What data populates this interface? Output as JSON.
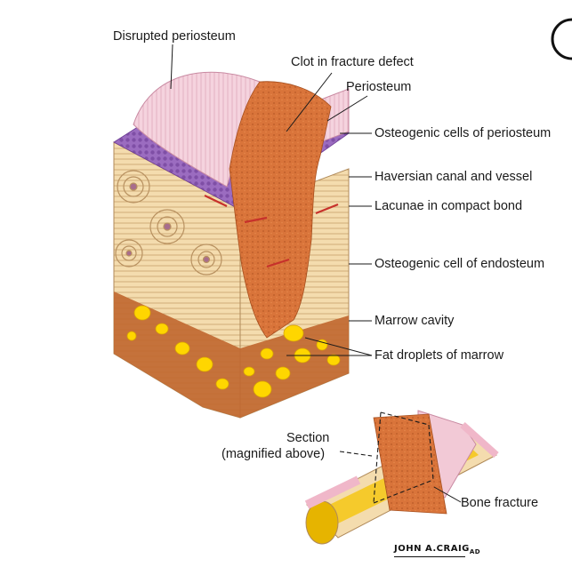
{
  "labels": {
    "disrupted_periosteum": "Disrupted periosteum",
    "clot_in_fracture_defect": "Clot in fracture defect",
    "periosteum": "Periosteum",
    "osteogenic_cells_of_periosteum": "Osteogenic cells of periosteum",
    "haversian_canal_and_vessel": "Haversian canal and vessel",
    "lacunae_in_compact_bond": "Lacunae in compact bond",
    "osteogenic_cell_of_endosteum": "Osteogenic cell of endosteum",
    "marrow_cavity": "Marrow cavity",
    "fat_droplets_of_marrow": "Fat droplets of marrow",
    "section_line1": "Section",
    "section_line2": "(magnified above)",
    "bone_fracture": "Bone fracture"
  },
  "signature": {
    "name": "JOHN A.CRAIG",
    "suffix": "AD"
  },
  "colors": {
    "bone": "#f4dcae",
    "bone_layer_line": "#c9a06a",
    "periosteum": "#f2c9d6",
    "periosteum_purple": "#8f5fb3",
    "clot": "#d9743a",
    "marrow": "#c0662f",
    "fat_droplet": "#ffd600",
    "vessel_red": "#c7312b"
  }
}
